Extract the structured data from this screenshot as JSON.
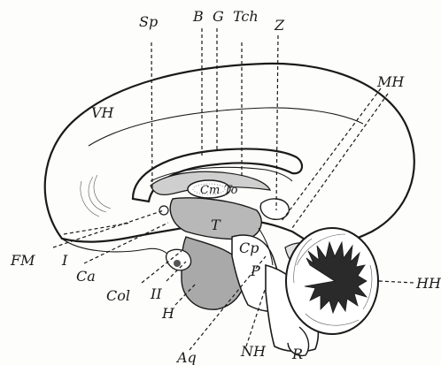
{
  "labels": {
    "Sp": "Sp",
    "B": "B",
    "G": "G",
    "Tch": "Tch",
    "Z": "Z",
    "MH": "MH",
    "VH": "VH",
    "Cm": "Cm",
    "To": "To",
    "T": "T",
    "FM": "FM",
    "I": "I",
    "Ca": "Ca",
    "Col": "Col",
    "II": "II",
    "H": "H",
    "Cp": "Cp",
    "P": "P",
    "Aq": "Aq",
    "NH": "NH",
    "R": "R",
    "HH": "HH"
  }
}
